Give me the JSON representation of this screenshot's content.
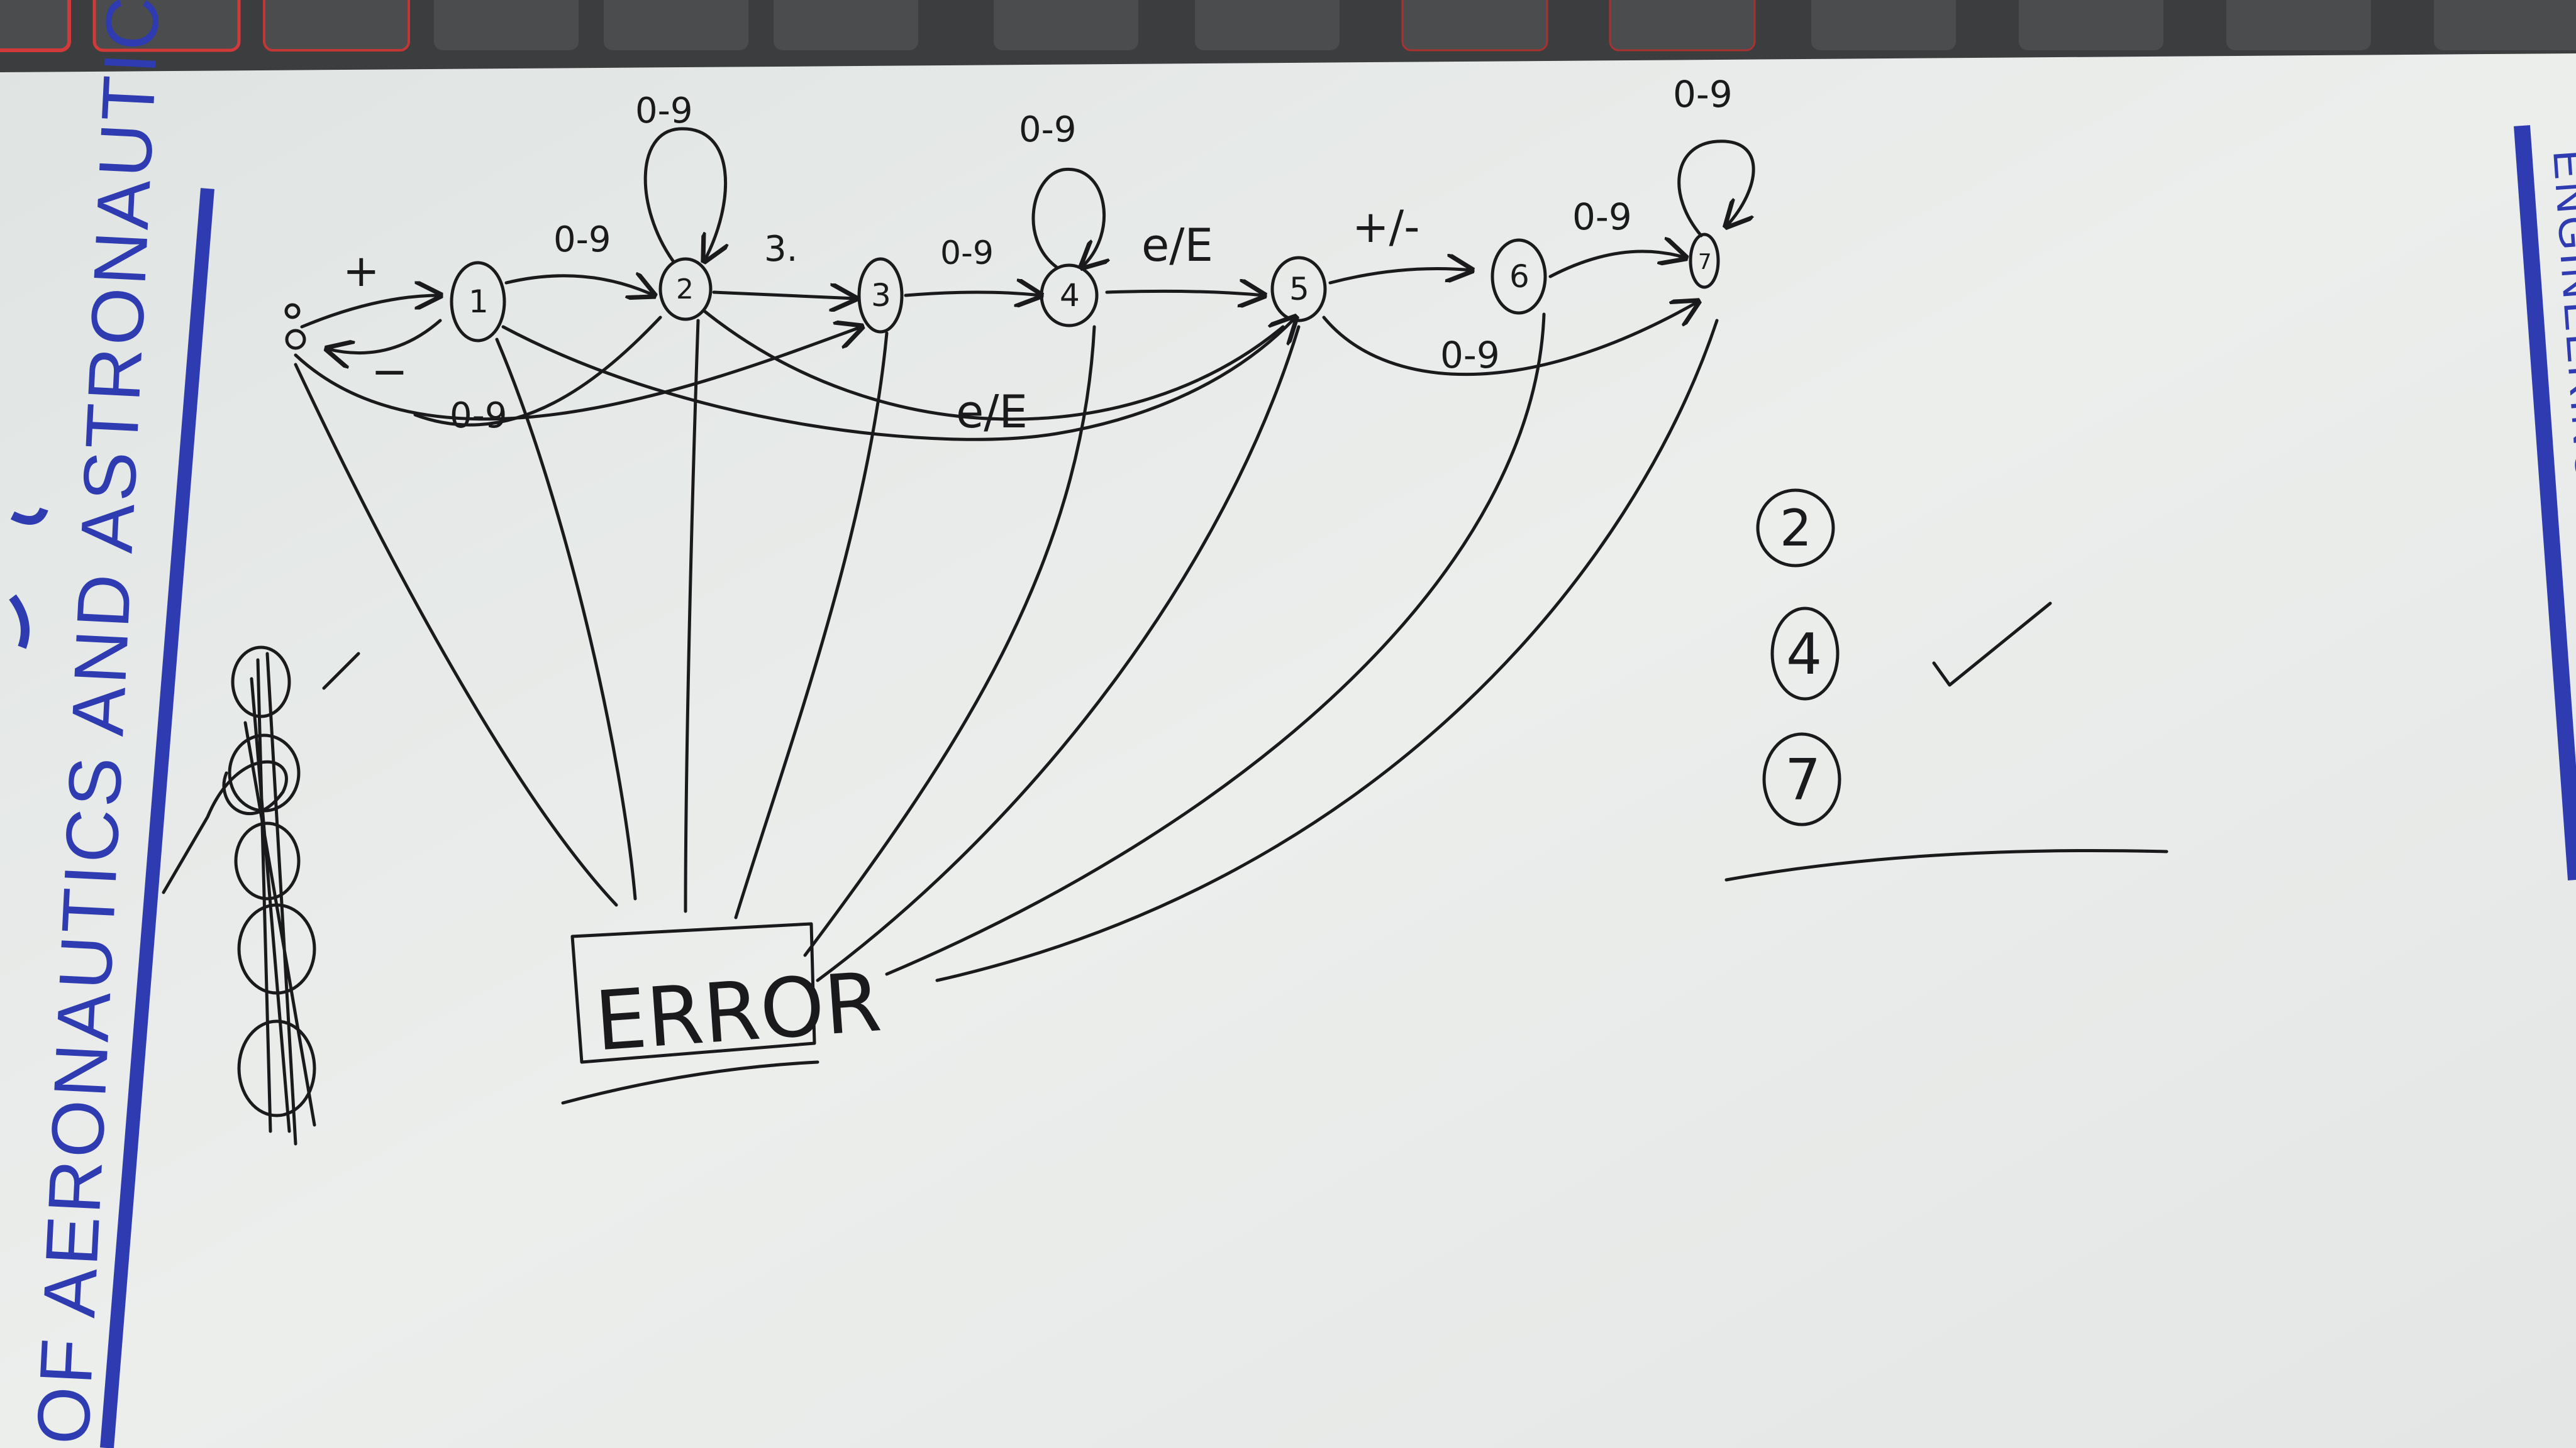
{
  "colors": {
    "paper": "#e9ecea",
    "ink": "#1a1a1c",
    "banner_blue": "#2f3bb0",
    "keyboard": "#3b3d3f",
    "key_red_glow": "#d23a3a"
  },
  "letterhead": {
    "text": "OF AERONAUTICS AND ASTRONAUTICS",
    "fragment": "ENGINEERING"
  },
  "diagram": {
    "states": [
      "0",
      "1",
      "2",
      "3",
      "4",
      "5",
      "6",
      "7"
    ],
    "edge_labels": {
      "start_to_1_plus": "+",
      "start_to_1_minus": "−",
      "start_to_2": "0-9",
      "s1_to_s2": "0-9",
      "s2_loop": "0-9",
      "s2_to_s3": "3.",
      "s3_to_s4": "0-9",
      "s4_loop": "0-9",
      "s4_to_s5": "e/E",
      "s2_to_s5": "e/E",
      "s5_to_s6": "+/-",
      "s6_to_s7": "0-9",
      "s5_to_s7": "0-9",
      "s7_loop": "0-9"
    },
    "error_box": "ERROR",
    "accepting_list": [
      "2",
      "4",
      "7"
    ],
    "check_mark": "✓"
  }
}
